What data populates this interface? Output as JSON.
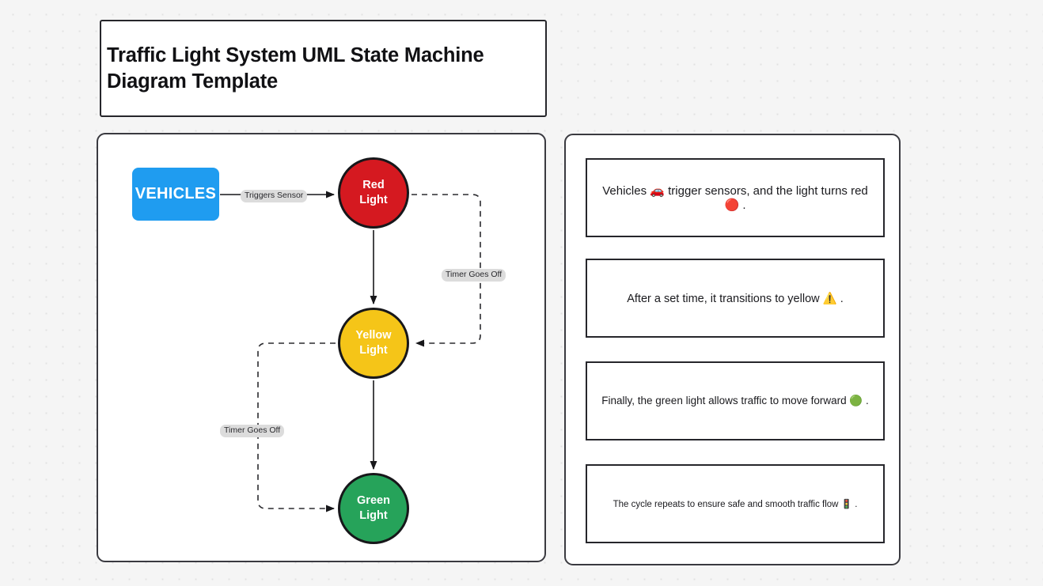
{
  "title": {
    "line1": "Traffic Light System UML State Machine Diagram",
    "line2": "Template"
  },
  "diagram": {
    "actor": {
      "label": "VEHICLES",
      "color": "#1f9cf0"
    },
    "states": [
      {
        "id": "red",
        "line1": "Red",
        "line2": "Light",
        "color": "#d51920"
      },
      {
        "id": "yellow",
        "line1": "Yellow",
        "line2": "Light",
        "color": "#f5c518"
      },
      {
        "id": "green",
        "line1": "Green",
        "line2": "Light",
        "color": "#26a35a"
      }
    ],
    "edges": [
      {
        "id": "trigger",
        "label": "Triggers Sensor",
        "style": "solid",
        "from": "VEHICLES",
        "to": "Red Light"
      },
      {
        "id": "red-yellow-auto",
        "label": "",
        "style": "solid",
        "from": "Red Light",
        "to": "Yellow Light"
      },
      {
        "id": "timer-1",
        "label": "Timer Goes Off",
        "style": "dashed",
        "from": "Red Light",
        "to": "Yellow Light"
      },
      {
        "id": "yellow-green-auto",
        "label": "",
        "style": "solid",
        "from": "Yellow Light",
        "to": "Green Light"
      },
      {
        "id": "timer-2",
        "label": "Timer Goes Off",
        "style": "dashed",
        "from": "Yellow Light",
        "to": "Green Light"
      }
    ]
  },
  "notes": [
    {
      "before": "Vehicles ",
      "emoji": "🚗",
      "emoji_name": "car-emoji",
      "after": " trigger sensors, and the light turns red ",
      "emoji2": "🔴",
      "emoji2_name": "red-circle-emoji",
      "end": " ."
    },
    {
      "before": "After a set time, it transitions to yellow ",
      "emoji": "⚠️",
      "emoji_name": "warning-emoji",
      "after": "",
      "emoji2": "",
      "emoji2_name": "",
      "end": " ."
    },
    {
      "before": "Finally, the green light allows traffic to move forward ",
      "emoji": "🟢",
      "emoji_name": "green-circle-emoji",
      "after": "",
      "emoji2": "",
      "emoji2_name": "",
      "end": " ."
    },
    {
      "before": "The cycle repeats to ensure safe and smooth traffic flow ",
      "emoji": "🚦",
      "emoji_name": "traffic-light-emoji",
      "after": "",
      "emoji2": "",
      "emoji2_name": "",
      "end": " ."
    }
  ],
  "canvas": {
    "background": "#f5f5f5",
    "dot_color": "#e2e2e2"
  }
}
